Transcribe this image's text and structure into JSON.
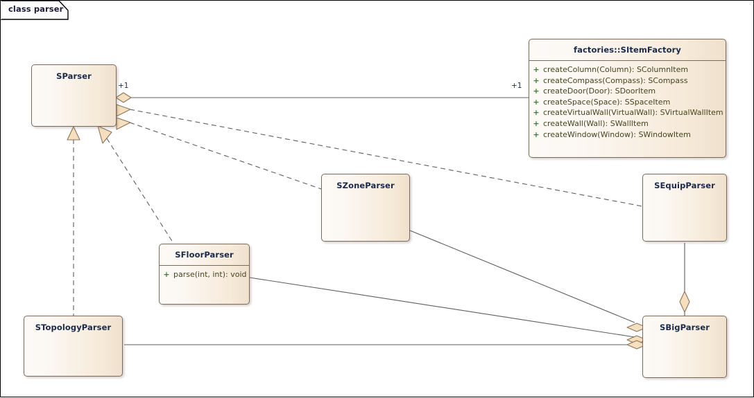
{
  "diagram": {
    "frame_label": "class parser",
    "kind": "uml-class-diagram",
    "colors": {
      "class_fill_light": "#fdfaf7",
      "class_fill_dark": "#f0e0cd",
      "class_border": "#7a6a5c",
      "connector": "#5e5e5e",
      "adornment_fill": "#f5dfbe",
      "name_text": "#1b2a4a",
      "operation_text": "#45451f",
      "visibility_text": "#3f7a3f",
      "canvas": "#ffffff"
    }
  },
  "classes": [
    {
      "id": "sparser",
      "name": "SParser",
      "operations": []
    },
    {
      "id": "sitemfactory",
      "name": "factories::SItemFactory",
      "operations": [
        {
          "visibility": "+",
          "signature": "createColumn(Column): SColumnItem"
        },
        {
          "visibility": "+",
          "signature": "createCompass(Compass): SCompass"
        },
        {
          "visibility": "+",
          "signature": "createDoor(Door): SDoorItem"
        },
        {
          "visibility": "+",
          "signature": "createSpace(Space): SSpaceItem"
        },
        {
          "visibility": "+",
          "signature": "createVirtualWall(VirtualWall): SVirtualWallItem"
        },
        {
          "visibility": "+",
          "signature": "createWall(Wall): SWallItem"
        },
        {
          "visibility": "+",
          "signature": "createWindow(Window): SWindowItem"
        }
      ]
    },
    {
      "id": "szoneparser",
      "name": "SZoneParser",
      "operations": []
    },
    {
      "id": "sequipparser",
      "name": "SEquipParser",
      "operations": []
    },
    {
      "id": "sfloorparser",
      "name": "SFloorParser",
      "operations": [
        {
          "visibility": "+",
          "signature": "parse(int, int): void"
        }
      ]
    },
    {
      "id": "stopologyparser",
      "name": "STopologyParser",
      "operations": []
    },
    {
      "id": "sbigparser",
      "name": "SBigParser",
      "operations": []
    }
  ],
  "multiplicities": [
    {
      "id": "mult-sparser-end",
      "label": "+1"
    },
    {
      "id": "mult-factory-end",
      "label": "+1"
    }
  ],
  "relationships": [
    {
      "id": "rel-sparser-sitemfactory",
      "type": "aggregation",
      "from": "sitemfactory",
      "to": "sparser"
    },
    {
      "id": "rel-sequipparser-sparser",
      "type": "realization",
      "from": "sequipparser",
      "to": "sparser"
    },
    {
      "id": "rel-szoneparser-sparser",
      "type": "realization",
      "from": "szoneparser",
      "to": "sparser"
    },
    {
      "id": "rel-stopologyparser-sparser",
      "type": "realization",
      "from": "stopologyparser",
      "to": "sparser"
    },
    {
      "id": "rel-sfloorparser-sparser",
      "type": "realization",
      "from": "sfloorparser",
      "to": "sparser"
    },
    {
      "id": "rel-szoneparser-sbigparser",
      "type": "aggregation",
      "from": "szoneparser",
      "to": "sbigparser"
    },
    {
      "id": "rel-sfloorparser-sbigparser",
      "type": "aggregation",
      "from": "sfloorparser",
      "to": "sbigparser"
    },
    {
      "id": "rel-stopologyparser-sbigparser",
      "type": "aggregation",
      "from": "stopologyparser",
      "to": "sbigparser"
    },
    {
      "id": "rel-sequipparser-sbigparser",
      "type": "aggregation",
      "from": "sequipparser",
      "to": "sbigparser"
    }
  ]
}
